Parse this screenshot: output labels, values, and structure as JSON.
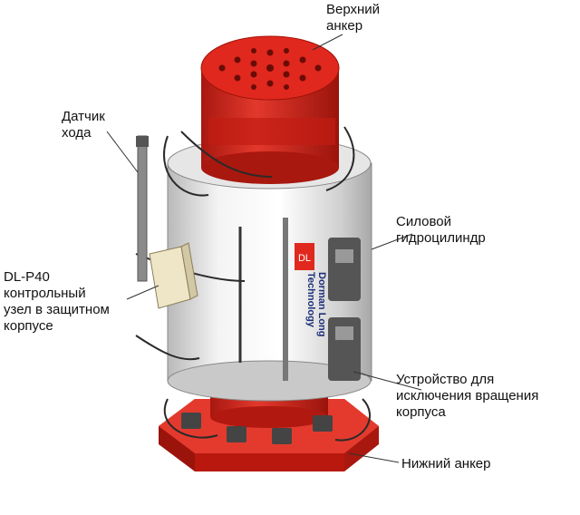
{
  "labels": {
    "top_anchor": [
      "Верхний",
      "анкер"
    ],
    "stroke_sensor": [
      "Датчик",
      "хода"
    ],
    "power_cylinder": [
      "Силовой",
      "гидроцилиндр"
    ],
    "control_unit": [
      "DL-P40",
      "контрольный",
      "узел в защитном",
      "корпусе"
    ],
    "anti_rotation": [
      "Устройство для",
      "исключения вращения",
      "корпуса"
    ],
    "bottom_anchor": [
      "Нижний анкер"
    ]
  },
  "brand_text": [
    "Dorman Long",
    "Technology"
  ],
  "logo_text": "DL",
  "colors": {
    "anchor_red": "#e0281e",
    "anchor_dark": "#b01810",
    "cylinder_body": "#ececec",
    "cable": "#2a2a2a",
    "control_box": "#efe6c8"
  }
}
